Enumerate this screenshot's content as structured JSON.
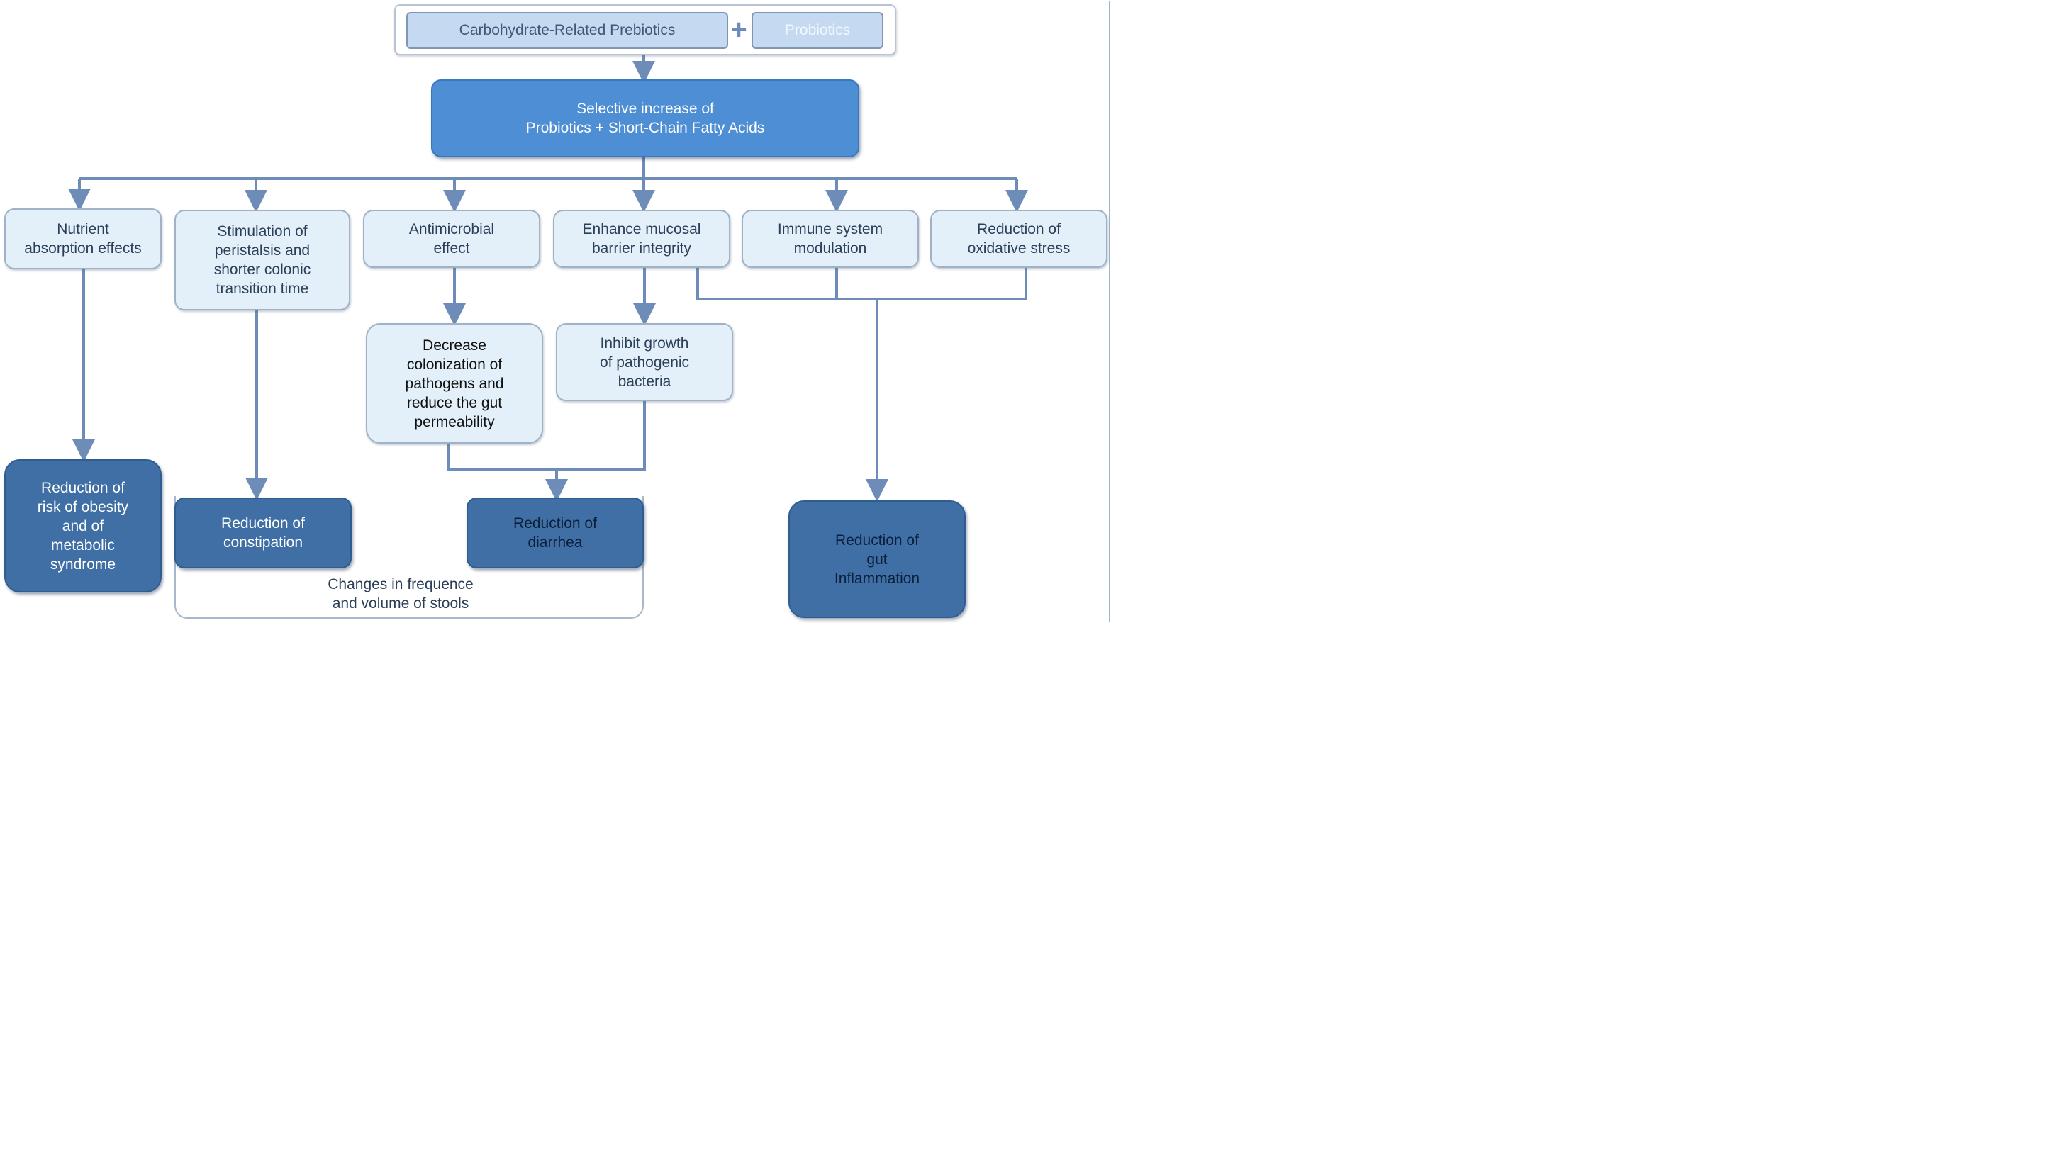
{
  "top": {
    "prebiotics_label": "Carbohydrate-Related Prebiotics",
    "plus_label": "+",
    "probiotics_label": "Probiotics"
  },
  "central": {
    "label": "Selective increase of\nProbiotics + Short-Chain Fatty Acids"
  },
  "effects": [
    {
      "label": "Nutrient\nabsorption effects"
    },
    {
      "label": "Stimulation of\nperistalsis and\nshorter colonic\ntransition time"
    },
    {
      "label": "Antimicrobial\neffect"
    },
    {
      "label": "Enhance mucosal\nbarrier integrity"
    },
    {
      "label": "Immune system\nmodulation"
    },
    {
      "label": "Reduction of\noxidative stress"
    }
  ],
  "intermediate": [
    {
      "label": "Decrease\ncolonization of\npathogens and\nreduce the gut\npermeability"
    },
    {
      "label": "Inhibit growth\nof pathogenic\nbacteria"
    }
  ],
  "outcomes": [
    {
      "label": "Reduction of\nrisk of obesity\nand of\nmetabolic\nsyndrome"
    },
    {
      "label": "Reduction of\nconstipation"
    },
    {
      "label": "Reduction of\ndiarrhea"
    },
    {
      "label": "Reduction of\ngut\nInflammation"
    }
  ],
  "stools_note": "Changes in frequence\nand volume of stools",
  "colors": {
    "connector": "#6d8db8",
    "light_box": "#e3f0f9",
    "dark_box": "#3f6fa5",
    "central_box": "#4d8ed4"
  }
}
